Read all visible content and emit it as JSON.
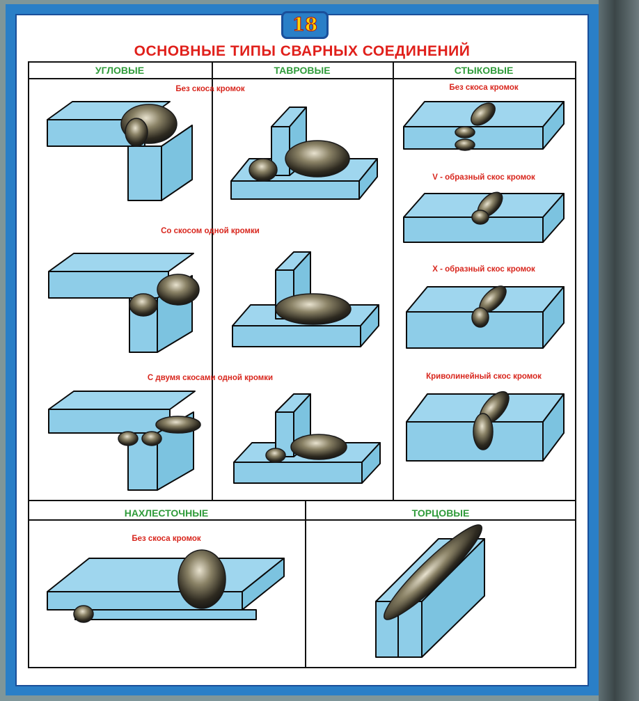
{
  "page_number": "18",
  "title": "ОСНОВНЫЕ ТИПЫ СВАРНЫХ СОЕДИНЕНИЙ",
  "columns": {
    "corner": "УГЛОВЫЕ",
    "tee": "ТАВРОВЫЕ",
    "butt": "СТЫКОВЫЕ",
    "lap": "НАХЛЕСТОЧНЫЕ",
    "edge": "ТОРЦОВЫЕ"
  },
  "labels": {
    "no_bevel": "Без скоса кромок",
    "single_bevel": "Со скосом одной кромки",
    "double_bevel": "С двумя скосами одной кромки",
    "v_bevel": "V - образный скос кромок",
    "x_bevel": "X -  образный скос кромок",
    "curved_bevel": "Криволинейный скос кромок",
    "butt_no_bevel": "Без скоса кромок",
    "lap_no_bevel": "Без скоса кромок"
  },
  "colors": {
    "poster_border": "#2a7fc7",
    "title": "#e0201b",
    "header": "#2f9b3a",
    "steel": "#9fd6ee",
    "weld": "#4a4434"
  }
}
